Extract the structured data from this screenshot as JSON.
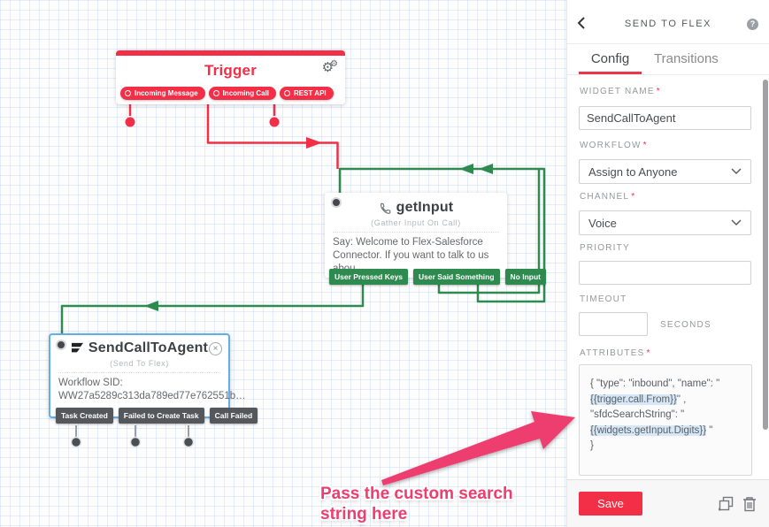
{
  "colors": {
    "accent_red": "#F22F46",
    "green": "#2E8A4F",
    "selection_blue": "#63AEE6",
    "annotation_pink": "#EE3D6F",
    "code_highlight": "#D6E8F8",
    "dark_button": "#54575B"
  },
  "icons": {
    "gear": "⚙",
    "close": "×",
    "help": "?",
    "required": "*"
  },
  "canvas": {
    "trigger": {
      "title": "Trigger",
      "pills": [
        "Incoming Message",
        "Incoming Call",
        "REST API"
      ]
    },
    "get_input": {
      "title": "getInput",
      "subtitle": "(Gather Input On Call)",
      "body": [
        "Say: Welcome to Flex-Salesforce",
        "Connector. If you want to talk to us abou…"
      ],
      "transitions": [
        "User Pressed Keys",
        "User Said Something",
        "No Input"
      ]
    },
    "send_call": {
      "title": "SendCallToAgent",
      "subtitle": "(Send To Flex)",
      "body": [
        "Workflow SID:",
        "WW27a5289c313da789ed77e762551b…"
      ],
      "transitions": [
        "Task Created",
        "Failed to Create Task",
        "Call Failed"
      ]
    },
    "annotation": {
      "line1": "Pass the custom search",
      "line2": "string here"
    }
  },
  "panel": {
    "title": "SEND TO FLEX",
    "tabs": {
      "config": "Config",
      "transitions": "Transitions"
    },
    "fields": {
      "widget_name": {
        "label": "WIDGET NAME",
        "value": "SendCallToAgent"
      },
      "workflow": {
        "label": "WORKFLOW",
        "value": "Assign to Anyone"
      },
      "channel": {
        "label": "CHANNEL",
        "value": "Voice"
      },
      "priority": {
        "label": "PRIORITY",
        "value": ""
      },
      "timeout": {
        "label": "TIMEOUT",
        "value": "",
        "unit": "SECONDS"
      },
      "attributes": {
        "label": "ATTRIBUTES",
        "code": {
          "line1": "{ \"type\": \"inbound\", \"name\": \"",
          "hl1": "{{trigger.call.From}}",
          "tail1": "\" ,",
          "line2": "\"sfdcSearchString\": \"",
          "hl2": "{{widgets.getInput.Digits}}",
          "tail2": " \"",
          "line3": "}"
        }
      }
    },
    "footer": {
      "save": "Save"
    }
  }
}
